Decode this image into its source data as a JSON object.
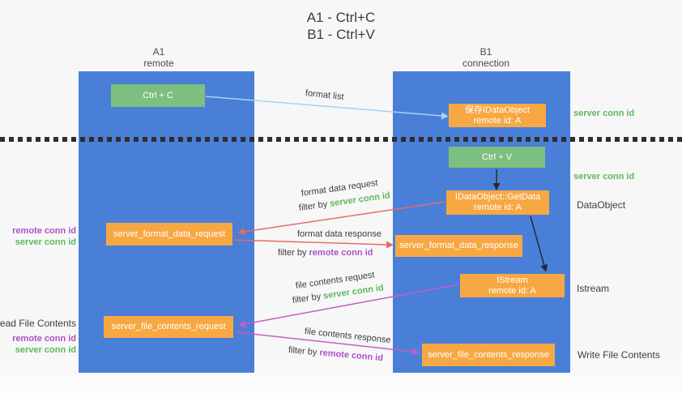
{
  "title": {
    "line1": "A1 - Ctrl+C",
    "line2": "B1 - Ctrl+V"
  },
  "columns": {
    "a1": {
      "name": "A1",
      "role": "remote"
    },
    "b1": {
      "name": "B1",
      "role": "connection"
    }
  },
  "nodes": {
    "ctrl_c": "Ctrl + C",
    "save_idataobject": {
      "line1": "保存IDataObject",
      "line2": "remote id: A"
    },
    "ctrl_v": "Ctrl + V",
    "getdata": {
      "line1": "IDataObject::GetData",
      "line2": "remote id: A"
    },
    "format_request": "server_format_data_request",
    "format_response": "server_format_data_response",
    "istream": {
      "line1": "IStream",
      "line2": "remote id: A"
    },
    "file_request": "server_file_contents_request",
    "file_response": "server_file_contents_response"
  },
  "right_labels": {
    "server_conn_1": "server conn id",
    "server_conn_2": "server conn id",
    "dataobject": "DataObject",
    "istream": "Istream",
    "write_file": "Write File Contents"
  },
  "left_labels": {
    "remote_conn_1": "remote conn id",
    "server_conn_1": "server conn id",
    "read_file": "Read File Contents",
    "remote_conn_2": "remote conn id",
    "server_conn_2": "server conn id"
  },
  "arrow_labels": {
    "format_list": "format list",
    "format_data_request": "format data request",
    "format_data_response": "format data response",
    "file_contents_request": "file contents request",
    "file_contents_response": "file contents response",
    "filter_by": "filter by",
    "server_conn_id": "server conn id",
    "remote_conn_id": "remote conn id"
  },
  "colors": {
    "column_blue": "#4a7fd8",
    "node_orange": "#f7a843",
    "node_green": "#7dbf7e",
    "green_text": "#5cb85c",
    "purple_text": "#b04fc9",
    "red_arrow": "#e66a6a",
    "purple_arrow": "#c45ec4",
    "blue_arrow": "#a8d4f0",
    "black_arrow": "#2b2b2b"
  }
}
